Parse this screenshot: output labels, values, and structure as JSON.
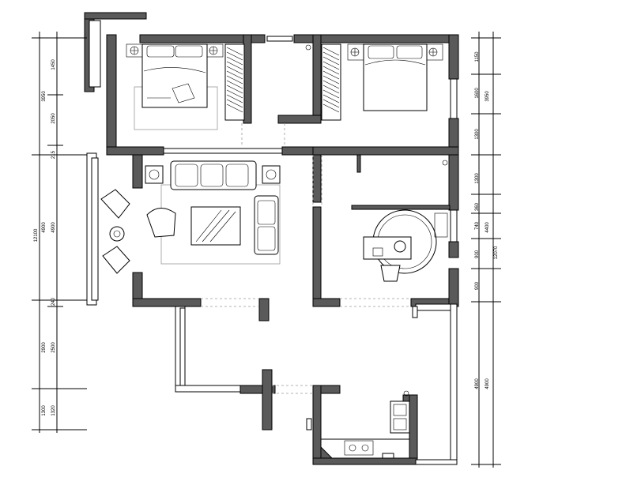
{
  "dimensions": {
    "left_outer": {
      "total": "12100",
      "segments": [
        "3950",
        "4900",
        "2900",
        "1300"
      ]
    },
    "left_inner": {
      "segments": [
        "1450",
        "2050",
        "215",
        "4900",
        "240",
        "2500",
        "1320"
      ]
    },
    "right_inner": {
      "segments": [
        "1150",
        "1600",
        "1300",
        "1300",
        "360",
        "740",
        "900",
        "900",
        "4900"
      ]
    },
    "right_outer": {
      "total": "12070",
      "segments": [
        "3950",
        "4400",
        "4900"
      ]
    }
  }
}
